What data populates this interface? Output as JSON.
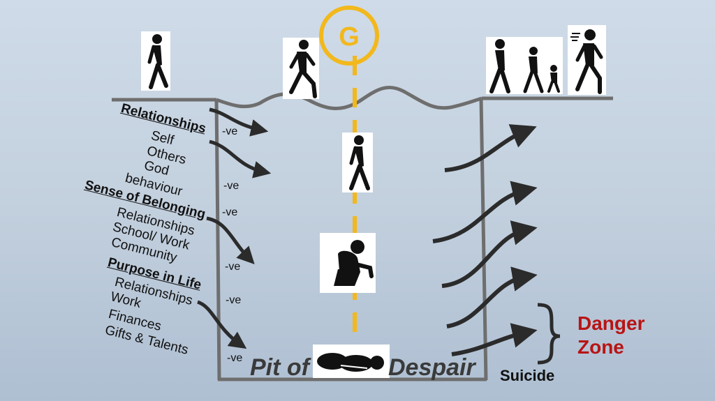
{
  "left_labels": {
    "relationships": {
      "header": "Relationships",
      "items": [
        "Self",
        "Others",
        "God",
        "behaviour"
      ]
    },
    "belonging": {
      "header": "Sense of Belonging",
      "items": [
        "Relationships",
        "School/ Work",
        "Community"
      ]
    },
    "purpose": {
      "header": "Purpose in Life",
      "items": [
        "Relationships",
        "Work",
        "Finances",
        "Gifts & Talents"
      ]
    }
  },
  "negative_label": "-ve",
  "pit_left": "Pit of",
  "pit_right": "Despair",
  "goal_letter": "G",
  "suicide_label": "Suicide",
  "danger_zone": [
    "Danger",
    "Zone"
  ],
  "colors": {
    "goal": "#f2b81c",
    "danger": "#b81414",
    "pit_outline": "#6e6e6e",
    "arrow": "#2b2b2b"
  },
  "icons": [
    "walking-person-icon",
    "running-person-icon",
    "family-walking-icon",
    "sprinting-person-icon",
    "crouching-person-icon",
    "lying-person-icon"
  ]
}
